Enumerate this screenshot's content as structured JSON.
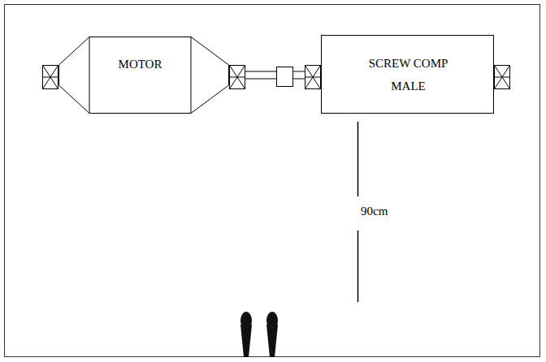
{
  "diagram": {
    "nodes": [
      {
        "text": [
          "MOTOR"
        ]
      },
      {
        "text": [
          "SCREW COMP MALE"
        ]
      }
    ],
    "edges": [
      {
        "from": 0,
        "to": 1,
        "arrow": "none"
      }
    ],
    "labels": [
      "90cm"
    ]
  }
}
